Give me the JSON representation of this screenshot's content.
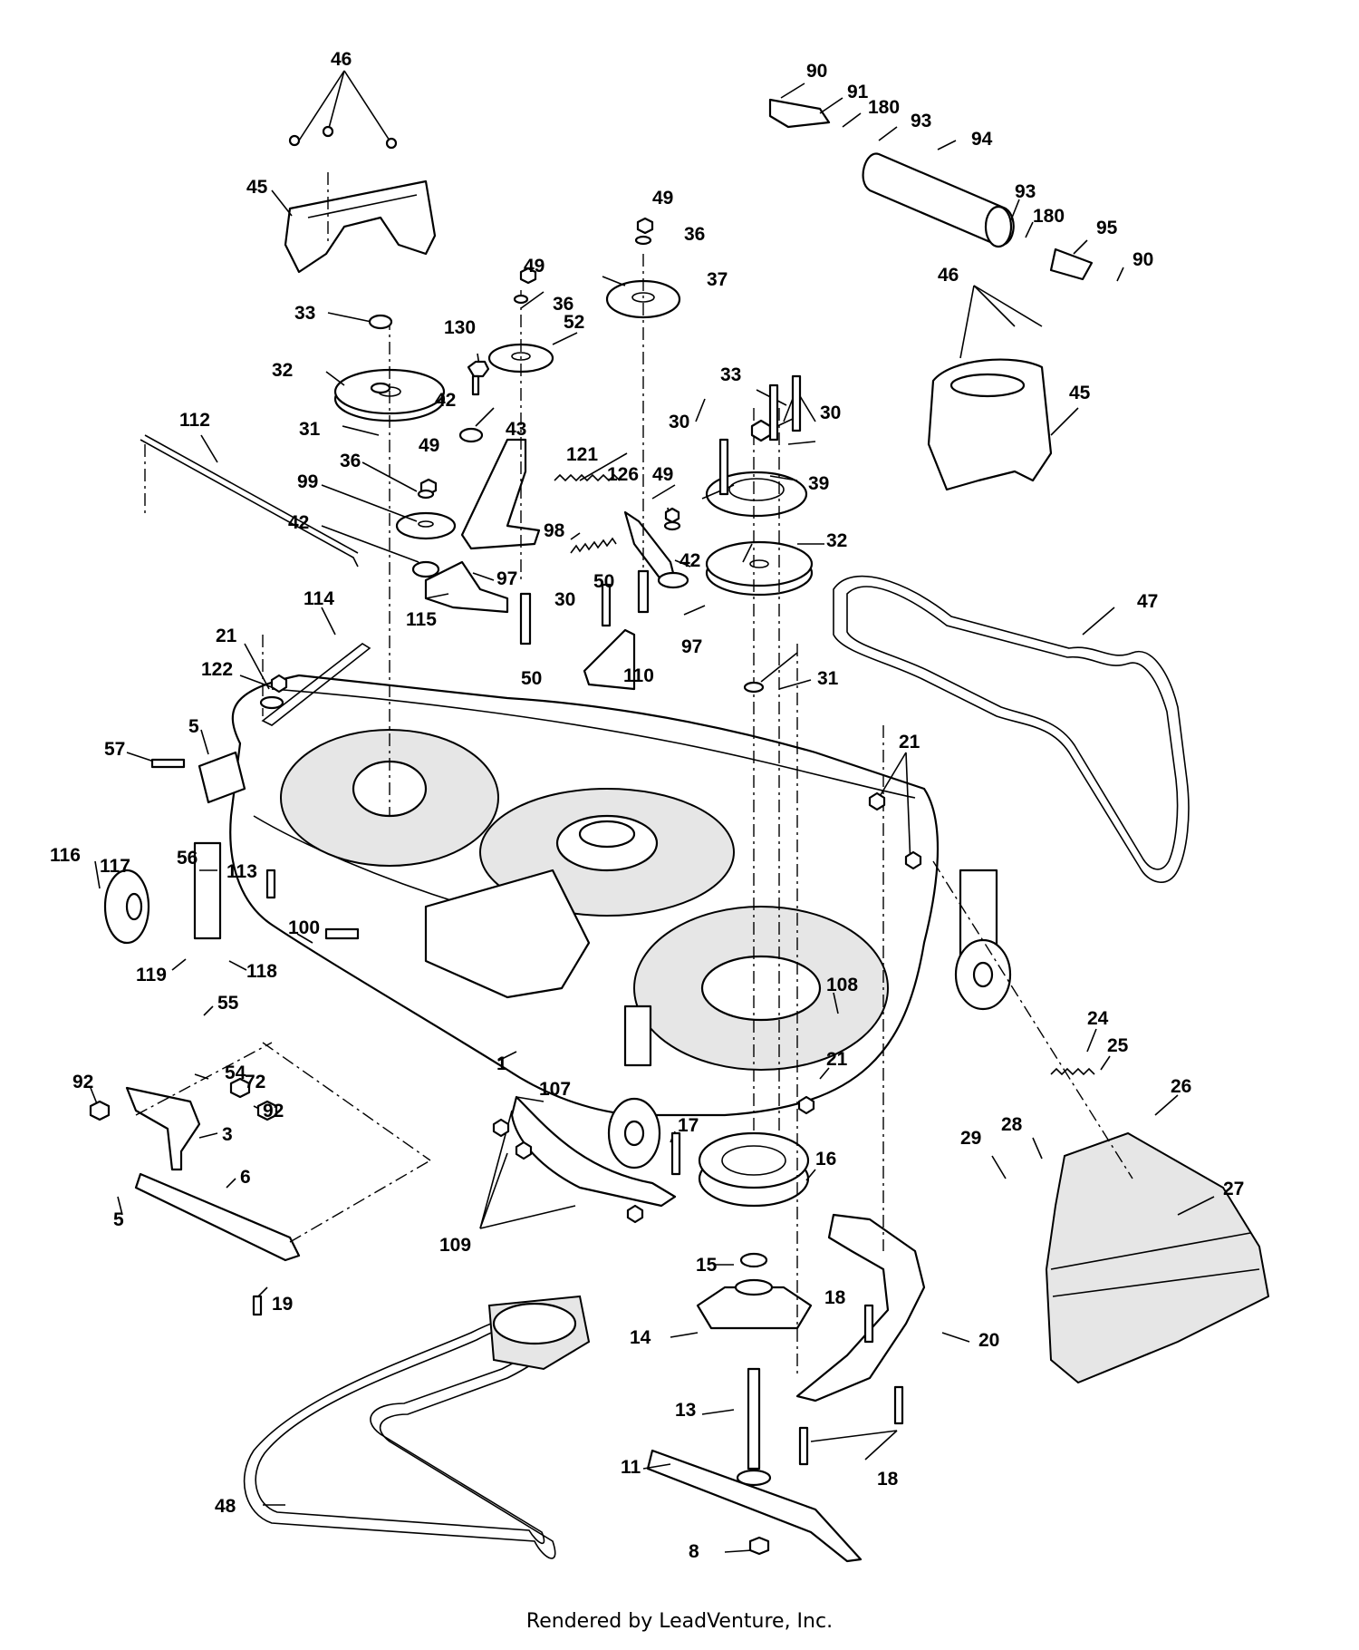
{
  "footer": {
    "credit": "Rendered by LeadVenture, Inc."
  },
  "callouts": [
    {
      "id": "c46a",
      "label": "46"
    },
    {
      "id": "c45a",
      "label": "45"
    },
    {
      "id": "c33a",
      "label": "33"
    },
    {
      "id": "c32a",
      "label": "32"
    },
    {
      "id": "c31a",
      "label": "31"
    },
    {
      "id": "c36a",
      "label": "36"
    },
    {
      "id": "c49a",
      "label": "49"
    },
    {
      "id": "c99",
      "label": "99"
    },
    {
      "id": "c42a",
      "label": "42"
    },
    {
      "id": "c97a",
      "label": "97"
    },
    {
      "id": "c115",
      "label": "115"
    },
    {
      "id": "c112",
      "label": "112"
    },
    {
      "id": "c114",
      "label": "114"
    },
    {
      "id": "c21a",
      "label": "21"
    },
    {
      "id": "c122",
      "label": "122"
    },
    {
      "id": "c5a",
      "label": "5"
    },
    {
      "id": "c57",
      "label": "57"
    },
    {
      "id": "c56",
      "label": "56"
    },
    {
      "id": "c116",
      "label": "116"
    },
    {
      "id": "c117",
      "label": "117"
    },
    {
      "id": "c113",
      "label": "113"
    },
    {
      "id": "c119",
      "label": "119"
    },
    {
      "id": "c118",
      "label": "118"
    },
    {
      "id": "c100",
      "label": "100"
    },
    {
      "id": "c130",
      "label": "130"
    },
    {
      "id": "c42b",
      "label": "42"
    },
    {
      "id": "c49b",
      "label": "49"
    },
    {
      "id": "c36b",
      "label": "36"
    },
    {
      "id": "c52",
      "label": "52"
    },
    {
      "id": "c43",
      "label": "43"
    },
    {
      "id": "c121",
      "label": "121"
    },
    {
      "id": "c98",
      "label": "98"
    },
    {
      "id": "c50a",
      "label": "50"
    },
    {
      "id": "c49c",
      "label": "49"
    },
    {
      "id": "c36c",
      "label": "36"
    },
    {
      "id": "c37",
      "label": "37"
    },
    {
      "id": "c126",
      "label": "126"
    },
    {
      "id": "c49d",
      "label": "49"
    },
    {
      "id": "c42c",
      "label": "42"
    },
    {
      "id": "c50b",
      "label": "50"
    },
    {
      "id": "c30a",
      "label": "30"
    },
    {
      "id": "c97b",
      "label": "97"
    },
    {
      "id": "c110",
      "label": "110"
    },
    {
      "id": "c33b",
      "label": "33"
    },
    {
      "id": "c30b",
      "label": "30"
    },
    {
      "id": "c30c",
      "label": "30"
    },
    {
      "id": "c39",
      "label": "39"
    },
    {
      "id": "c32b",
      "label": "32"
    },
    {
      "id": "c31b",
      "label": "31"
    },
    {
      "id": "c90a",
      "label": "90"
    },
    {
      "id": "c91",
      "label": "91"
    },
    {
      "id": "c180a",
      "label": "180"
    },
    {
      "id": "c93a",
      "label": "93"
    },
    {
      "id": "c94",
      "label": "94"
    },
    {
      "id": "c93b",
      "label": "93"
    },
    {
      "id": "c180b",
      "label": "180"
    },
    {
      "id": "c95",
      "label": "95"
    },
    {
      "id": "c90b",
      "label": "90"
    },
    {
      "id": "c46b",
      "label": "46"
    },
    {
      "id": "c45b",
      "label": "45"
    },
    {
      "id": "c47",
      "label": "47"
    },
    {
      "id": "c21b",
      "label": "21"
    },
    {
      "id": "c108",
      "label": "108"
    },
    {
      "id": "c21c",
      "label": "21"
    },
    {
      "id": "c24",
      "label": "24"
    },
    {
      "id": "c25",
      "label": "25"
    },
    {
      "id": "c26",
      "label": "26"
    },
    {
      "id": "c29",
      "label": "29"
    },
    {
      "id": "c28",
      "label": "28"
    },
    {
      "id": "c27",
      "label": "27"
    },
    {
      "id": "c1",
      "label": "1"
    },
    {
      "id": "c107",
      "label": "107"
    },
    {
      "id": "c17",
      "label": "17"
    },
    {
      "id": "c16",
      "label": "16"
    },
    {
      "id": "c15",
      "label": "15"
    },
    {
      "id": "c14",
      "label": "14"
    },
    {
      "id": "c18a",
      "label": "18"
    },
    {
      "id": "c20",
      "label": "20"
    },
    {
      "id": "c13",
      "label": "13"
    },
    {
      "id": "c18b",
      "label": "18"
    },
    {
      "id": "c11",
      "label": "11"
    },
    {
      "id": "c8",
      "label": "8"
    },
    {
      "id": "c48",
      "label": "48"
    },
    {
      "id": "c109",
      "label": "109"
    },
    {
      "id": "c55",
      "label": "55"
    },
    {
      "id": "c54",
      "label": "54"
    },
    {
      "id": "c92a",
      "label": "92"
    },
    {
      "id": "c72",
      "label": "72"
    },
    {
      "id": "c92b",
      "label": "92"
    },
    {
      "id": "c3",
      "label": "3"
    },
    {
      "id": "c6",
      "label": "6"
    },
    {
      "id": "c5b",
      "label": "5"
    },
    {
      "id": "c19",
      "label": "19"
    }
  ]
}
